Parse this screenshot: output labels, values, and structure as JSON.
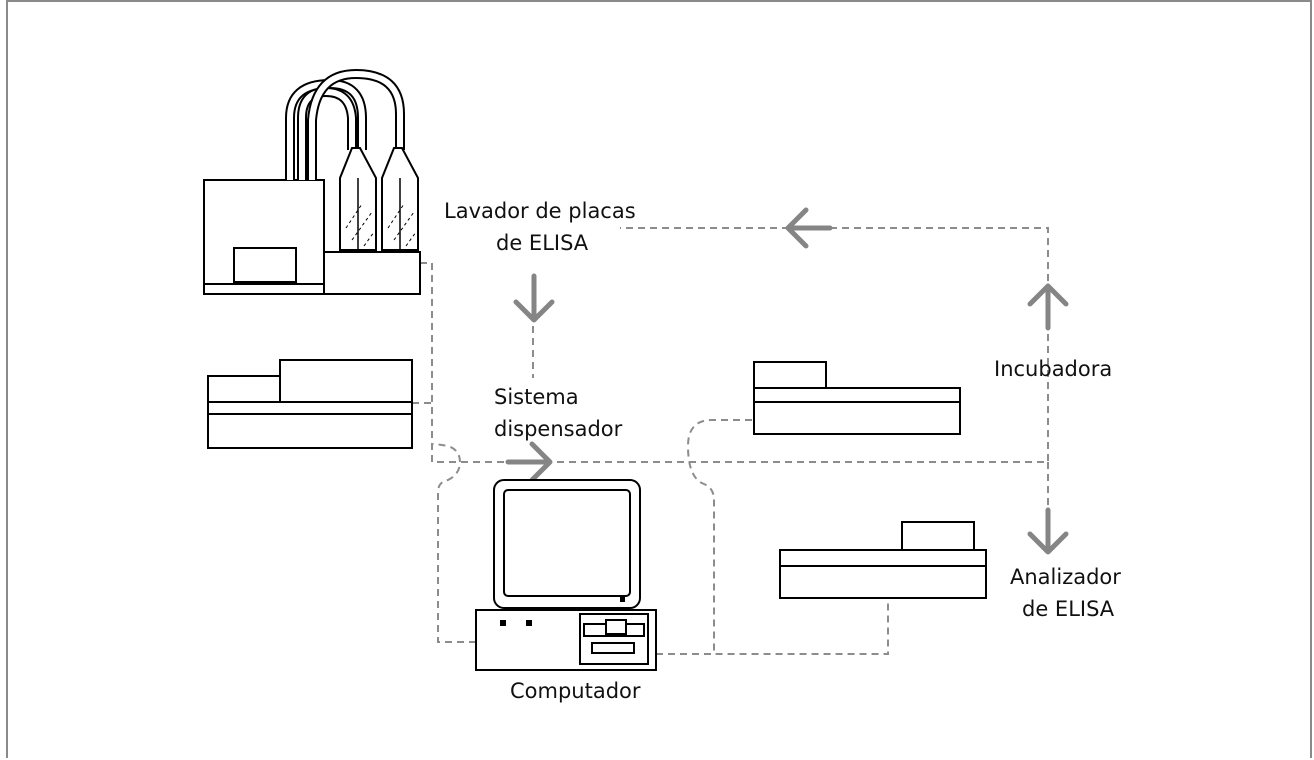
{
  "diagram": {
    "labels": {
      "washer_line1": "Lavador de placas",
      "washer_line2": "de ELISA",
      "dispenser_line1": "Sistema",
      "dispenser_line2": "dispensador",
      "incubator": "Incubadora",
      "analyzer_line1": "Analizador",
      "analyzer_line2": "de ELISA",
      "computer": "Computador"
    },
    "colors": {
      "connector": "#8c8c8c",
      "arrow": "#858585",
      "outline": "#000000",
      "frame": "#8a8a8a"
    }
  }
}
